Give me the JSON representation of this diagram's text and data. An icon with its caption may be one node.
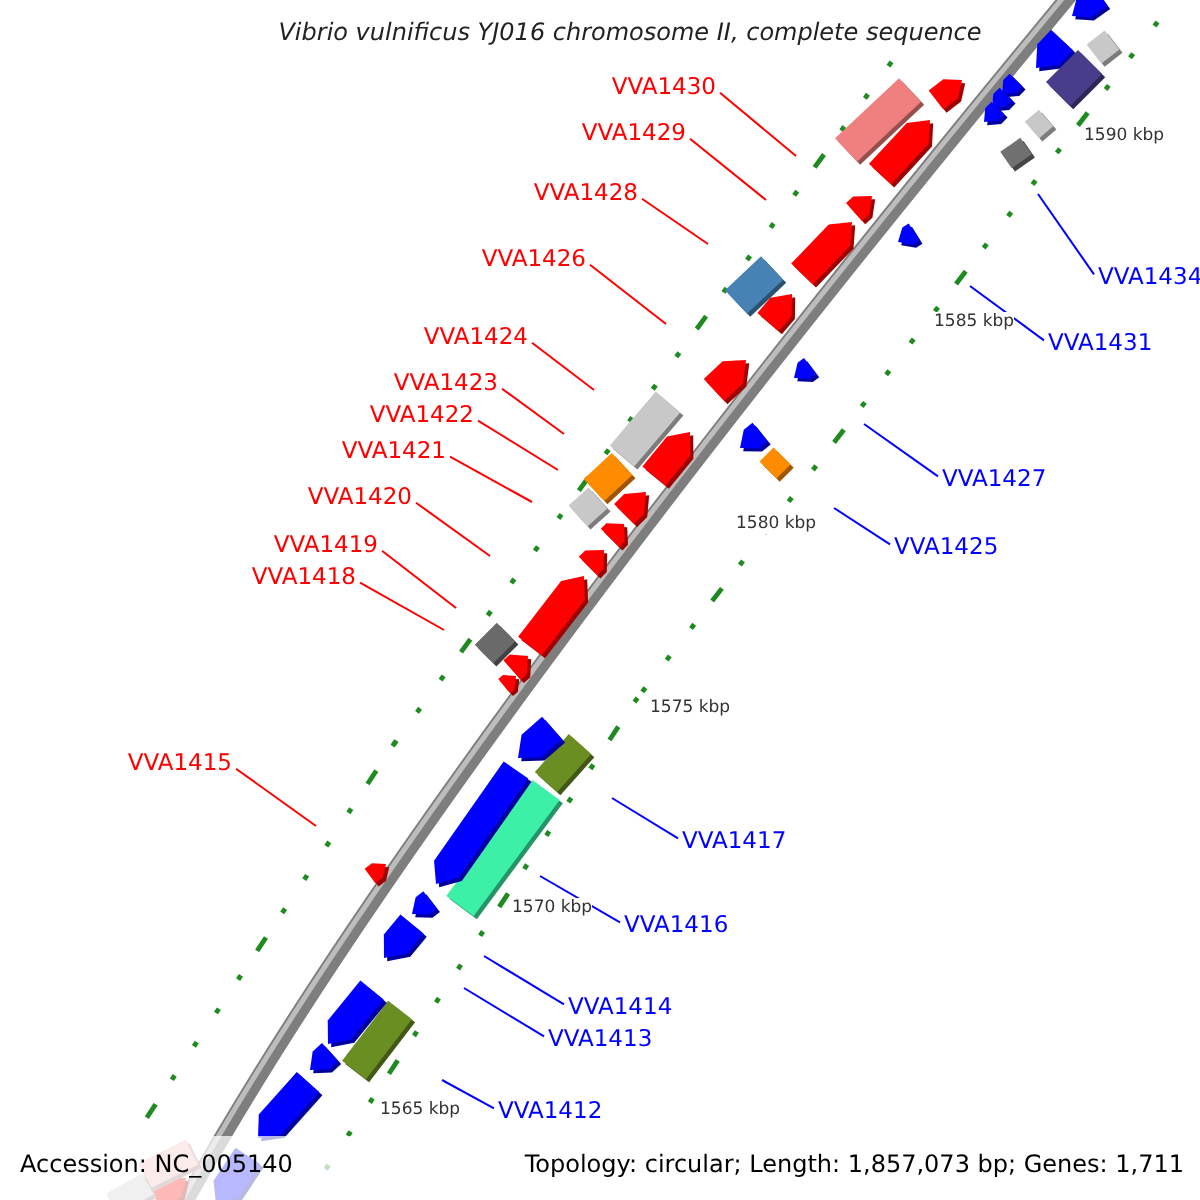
{
  "diagram": {
    "title": "Vibrio vulnificus YJ016 chromosome II, complete sequence",
    "nodes": [
      {
        "text": [
          "VVA1430"
        ]
      },
      {
        "text": [
          "VVA1429"
        ]
      },
      {
        "text": [
          "VVA1428"
        ]
      },
      {
        "text": [
          "VVA1426"
        ]
      },
      {
        "text": [
          "VVA1434"
        ]
      },
      {
        "text": [
          "VVA1424"
        ]
      },
      {
        "text": [
          "VVA1431"
        ]
      },
      {
        "text": [
          "VVA1423"
        ]
      },
      {
        "text": [
          "VVA1422"
        ]
      },
      {
        "text": [
          "VVA1421"
        ]
      },
      {
        "text": [
          "VVA1427"
        ]
      },
      {
        "text": [
          "VVA1420"
        ]
      },
      {
        "text": [
          "VVA1419"
        ]
      },
      {
        "text": [
          "VVA1425"
        ]
      },
      {
        "text": [
          "VVA1418"
        ]
      },
      {
        "text": [
          "VVA1415"
        ]
      },
      {
        "text": [
          "VVA1417"
        ]
      },
      {
        "text": [
          "VVA1416"
        ]
      },
      {
        "text": [
          "VVA1414"
        ]
      },
      {
        "text": [
          "VVA1413"
        ]
      },
      {
        "text": [
          "VVA1412"
        ]
      }
    ],
    "edges": [
      {
        "from": 0,
        "to": null,
        "arrow": "none"
      },
      {
        "from": 1,
        "to": null,
        "arrow": "none"
      },
      {
        "from": 2,
        "to": null,
        "arrow": "none"
      },
      {
        "from": 3,
        "to": null,
        "arrow": "none"
      },
      {
        "from": 4,
        "to": null,
        "arrow": "none",
        "color": "#0000ff"
      },
      {
        "from": 5,
        "to": null,
        "arrow": "none"
      },
      {
        "from": 6,
        "to": null,
        "arrow": "none",
        "color": "#0000ff"
      },
      {
        "from": 7,
        "to": null,
        "arrow": "none"
      },
      {
        "from": 8,
        "to": null,
        "arrow": "none"
      },
      {
        "from": 9,
        "to": null,
        "arrow": "none"
      },
      {
        "from": 10,
        "to": null,
        "arrow": "none",
        "color": "#0000ff"
      },
      {
        "from": 11,
        "to": null,
        "arrow": "none"
      },
      {
        "from": 12,
        "to": null,
        "arrow": "none"
      },
      {
        "from": 13,
        "to": null,
        "arrow": "none",
        "color": "#0000ff"
      },
      {
        "from": 14,
        "to": null,
        "arrow": "none"
      },
      {
        "from": 15,
        "to": null,
        "arrow": "none"
      },
      {
        "from": 16,
        "to": null,
        "arrow": "none",
        "color": "#0000ff"
      },
      {
        "from": 17,
        "to": null,
        "arrow": "none",
        "color": "#0000ff"
      },
      {
        "from": 18,
        "to": null,
        "arrow": "none",
        "color": "#0000ff"
      },
      {
        "from": 19,
        "to": null,
        "arrow": "none",
        "color": "#0000ff"
      },
      {
        "from": 20,
        "to": null,
        "arrow": "none",
        "color": "#0000ff"
      }
    ],
    "labels": [
      "1590 kbp",
      "1585 kbp",
      "1580 kbp",
      "1575 kbp",
      "1570 kbp",
      "1565 kbp",
      "Accession: NC_005140",
      "Topology: circular; Length: 1,857,073 bp; Genes: 1,711"
    ]
  }
}
